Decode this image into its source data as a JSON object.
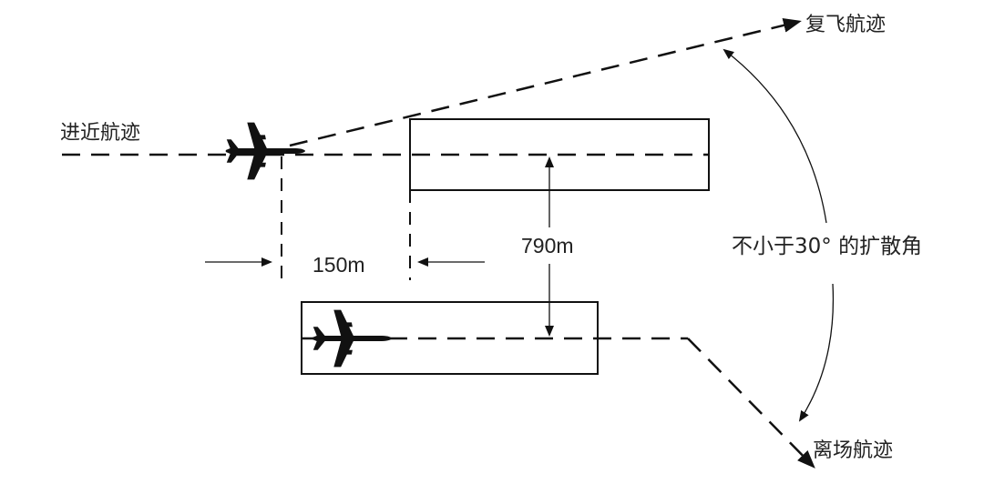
{
  "labels": {
    "approach_track": "进近航迹",
    "missed_approach_track": "复飞航迹",
    "departure_track": "离场航迹",
    "divergence_angle": "不小于30° 的扩散角",
    "stagger_distance": "150m",
    "runway_separation": "790m"
  },
  "icons": {
    "upper_aircraft": "airplane-icon",
    "lower_aircraft": "airplane-icon"
  },
  "colors": {
    "ink": "#111111"
  }
}
